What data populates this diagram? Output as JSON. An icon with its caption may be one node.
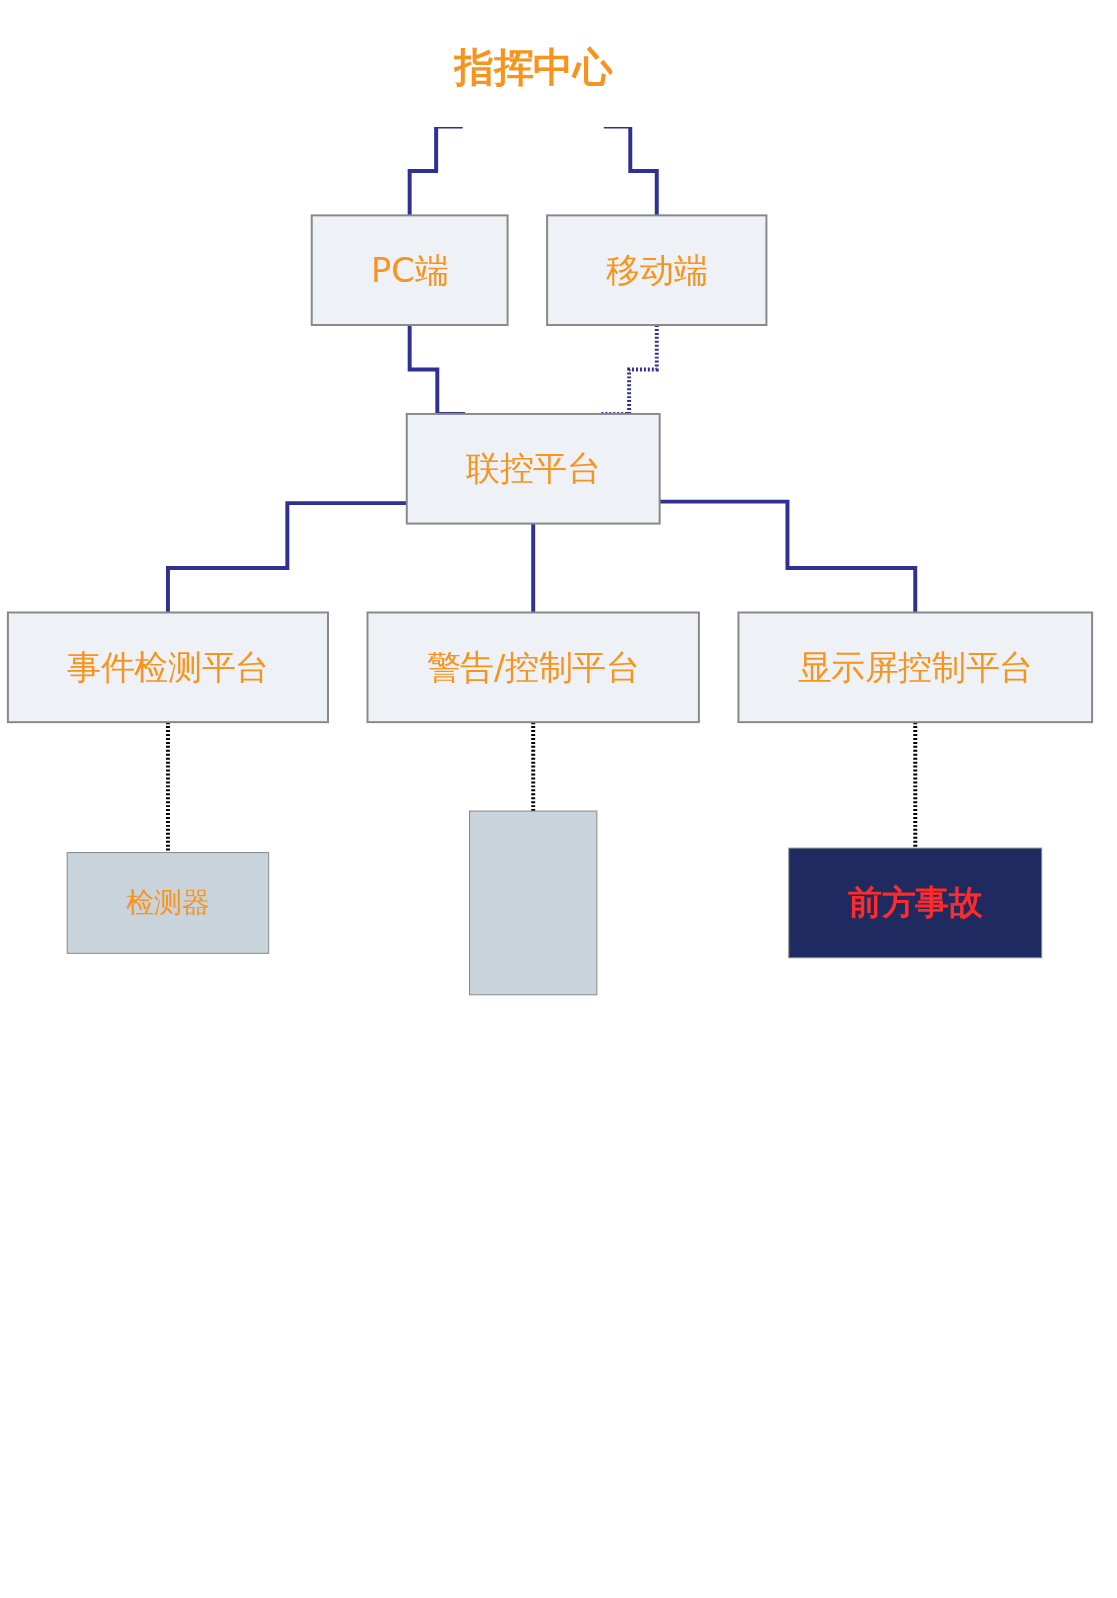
{
  "diagram": {
    "nodes": [
      {
        "text": [
          "指挥中心"
        ]
      },
      {
        "text": [
          "PC端"
        ]
      },
      {
        "text": [
          "移动端"
        ]
      },
      {
        "text": [
          "联控平台"
        ]
      },
      {
        "text": [
          "事件检测平台"
        ]
      },
      {
        "text": [
          "警告/控制平台"
        ]
      },
      {
        "text": [
          "显示屏控制平台"
        ]
      },
      {
        "text": [
          "检测器"
        ]
      },
      {
        "text": [],
        "shape": "box"
      },
      {
        "text": [
          "前方事故"
        ]
      }
    ],
    "edges": [
      {
        "from": 0,
        "to": 1,
        "arrow": "none"
      },
      {
        "from": 0,
        "to": 2,
        "arrow": "none"
      },
      {
        "from": 1,
        "to": 3,
        "arrow": "none"
      },
      {
        "from": 2,
        "to": 3,
        "arrow": "none",
        "style": "dashed"
      },
      {
        "from": 3,
        "to": 4,
        "arrow": "none"
      },
      {
        "from": 3,
        "to": 5,
        "arrow": "none"
      },
      {
        "from": 3,
        "to": 6,
        "arrow": "none"
      },
      {
        "from": 4,
        "to": 7,
        "arrow": "none",
        "style": "dashed",
        "color": "#000000"
      },
      {
        "from": 5,
        "to": 8,
        "arrow": "none",
        "style": "dashed",
        "color": "#000000"
      },
      {
        "from": 6,
        "to": 9,
        "arrow": "none",
        "style": "dashed",
        "color": "#000000"
      }
    ]
  }
}
